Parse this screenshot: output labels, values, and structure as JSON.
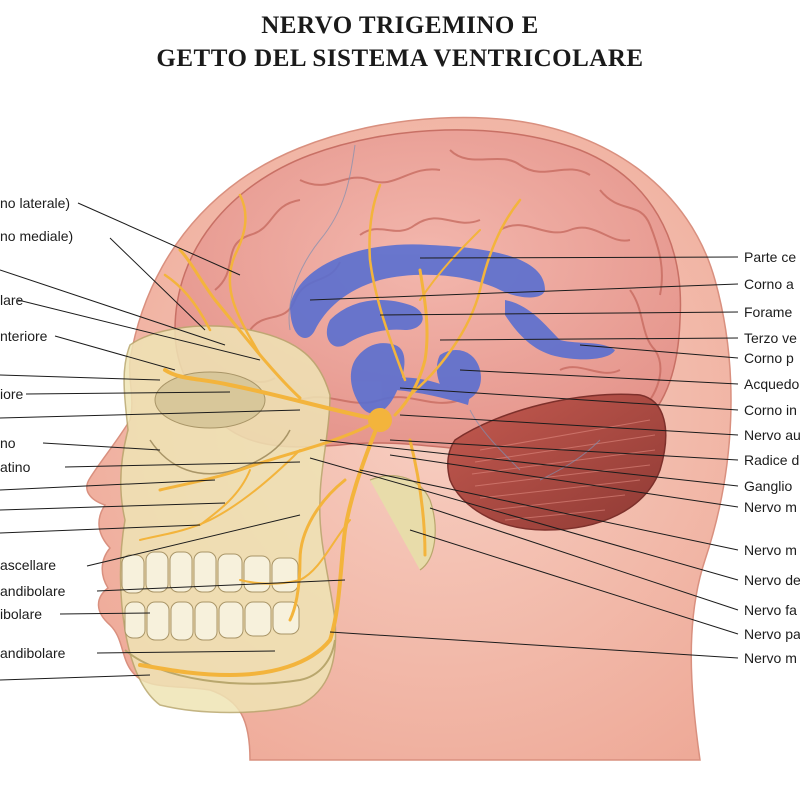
{
  "title": {
    "line1": "NERVO TRIGEMINO E",
    "line2": "GETTO DEL SISTEMA VENTRICOLARE"
  },
  "labels_left": [
    "no laterale)",
    "no mediale)",
    "lare",
    "nteriore",
    "iore",
    "no",
    "atino",
    "ascellare",
    "andibolare",
    "ibolare",
    "andibolare"
  ],
  "labels_right": [
    "Parte ce",
    "Corno a",
    "Forame",
    "Terzo ve",
    "Corno p",
    "Acquedo",
    "Corno in",
    "Nervo au",
    "Radice d",
    "Ganglio",
    "Nervo m",
    "Nervo m",
    "Nervo de",
    "Nervo fa",
    "Nervo pa",
    "Nervo m"
  ],
  "colors": {
    "skin": "#f2b9aa",
    "brain": "#eaa39a",
    "ventricles": "#5a6fd0",
    "nerve": "#f3b43c",
    "bone": "#efe4b5",
    "cerebellum": "#b24c43"
  }
}
